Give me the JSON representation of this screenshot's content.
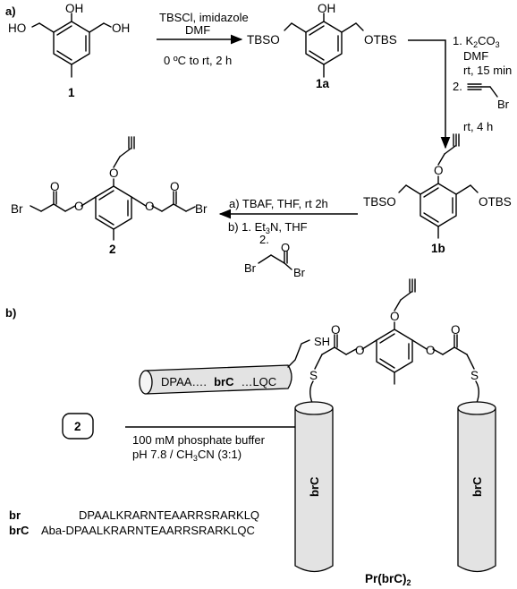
{
  "panel_a": {
    "label": "a)",
    "compounds": {
      "c1": {
        "number": "1",
        "oh_top": "OH",
        "left_group": "HO",
        "right_group": "OH"
      },
      "c1a": {
        "number": "1a",
        "oh_top": "OH",
        "left_group": "TBSO",
        "right_group": "OTBS"
      },
      "c1b": {
        "number": "1b",
        "left_group": "TBSO",
        "right_group": "OTBS",
        "o_top": "O"
      },
      "c2": {
        "number": "2",
        "br_left": "Br",
        "br_right": "Br",
        "o_carbonyl": "O",
        "o_ester": "O"
      }
    },
    "step1": {
      "reagents_line1": "TBSCl, imidazole",
      "reagents_line2": "DMF",
      "conditions": "0 ºC to rt, 2 h"
    },
    "step2": {
      "line1_prefix": "1. K",
      "line1_sub": "2",
      "line1_mid": "CO",
      "line1_sub2": "3",
      "line2": "DMF",
      "line3": "rt, 15 min",
      "line4_prefix": "2.",
      "line4_br": "Br",
      "line5": "rt, 4 h"
    },
    "step3": {
      "a": "a) TBAF, THF, rt 2h",
      "b1": "b) 1. Et",
      "b1_sub": "3",
      "b1_tail": "N, THF",
      "b2": "2.",
      "reagent_br1": "Br",
      "reagent_br2": "Br",
      "reagent_o": "O"
    }
  },
  "panel_b": {
    "label": "b)",
    "reactant_number": "2",
    "peptide_text_left": "DPAA….",
    "peptide_text_bold": "brC",
    "peptide_text_right": "…LQC",
    "thiol": "SH",
    "conditions_line1": "100 mM phosphate buffer",
    "conditions_line2_prefix": "pH 7.8 / CH",
    "conditions_line2_sub": "3",
    "conditions_line2_suffix": "CN (3:1)",
    "sequences": [
      {
        "name": "br",
        "sequence": "DPAALKRARNTEAARRSRARKLQ"
      },
      {
        "name": "brC",
        "sequence": "Aba-DPAALKRARNTEAARRSRARKLQC"
      }
    ],
    "product": {
      "name_prefix": "Pr(brC)",
      "name_sub": "2",
      "s_left": "S",
      "s_right": "S",
      "o_labels": [
        "O",
        "O",
        "O",
        "O",
        "O"
      ],
      "tube_label": "brC"
    }
  }
}
